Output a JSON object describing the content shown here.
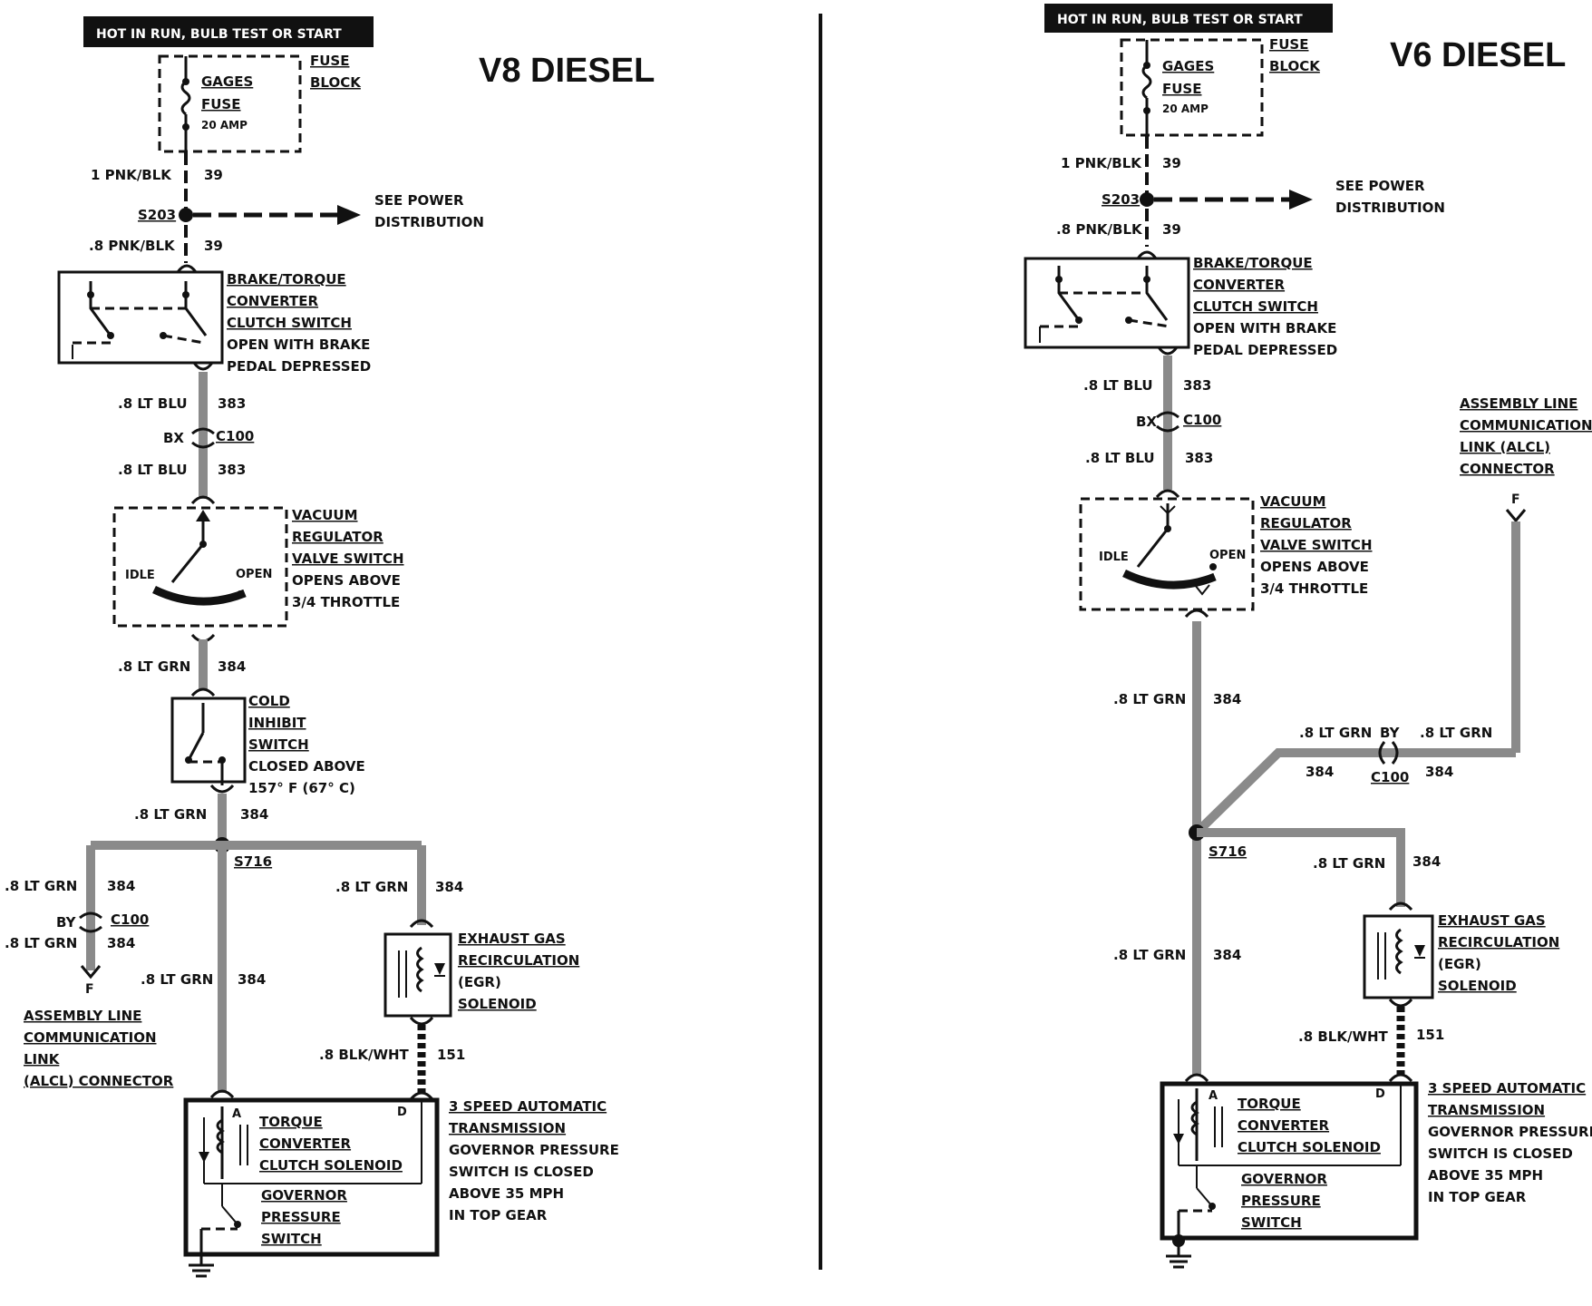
{
  "left": {
    "title": "V8 DIESEL",
    "hot_banner": "HOT IN RUN, BULB TEST OR START",
    "fuse": {
      "name1": "GAGES",
      "name2": "FUSE",
      "rating": "20 AMP",
      "block1": "FUSE",
      "block2": "BLOCK"
    },
    "w1": {
      "gauge": "1 PNK/BLK",
      "circuit": "39"
    },
    "splice_s203": "S203",
    "see1": "SEE POWER",
    "see2": "DISTRIBUTION",
    "w2": {
      "gauge": ".8 PNK/BLK",
      "circuit": "39"
    },
    "brake": {
      "l1": "BRAKE/TORQUE",
      "l2": "CONVERTER",
      "l3": "CLUTCH SWITCH",
      "l4": "OPEN WITH BRAKE",
      "l5": "PEDAL DEPRESSED"
    },
    "w3": {
      "gauge": ".8 LT BLU",
      "circuit": "383"
    },
    "conn1": {
      "pin": "BX",
      "name": "C100"
    },
    "w4": {
      "gauge": ".8 LT BLU",
      "circuit": "383"
    },
    "vac": {
      "l1": "VACUUM",
      "l2": "REGULATOR",
      "l3": "VALVE SWITCH",
      "l4": "OPENS ABOVE",
      "l5": "3/4 THROTTLE",
      "idle": "IDLE",
      "open": "OPEN"
    },
    "w5": {
      "gauge": ".8 LT GRN",
      "circuit": "384"
    },
    "cold": {
      "l1": "COLD",
      "l2": "INHIBIT",
      "l3": "SWITCH",
      "l4": "CLOSED ABOVE",
      "l5": "157° F (67° C)"
    },
    "w6": {
      "gauge": ".8 LT GRN",
      "circuit": "384"
    },
    "splice_s716": "S716",
    "w7": {
      "gauge": ".8 LT GRN",
      "circuit": "384"
    },
    "conn2": {
      "pin": "BY",
      "name": "C100"
    },
    "w8": {
      "gauge": ".8 LT GRN",
      "circuit": "384"
    },
    "pin_f": "F",
    "alcl": {
      "l1": "ASSEMBLY LINE",
      "l2": "COMMUNICATION",
      "l3": "LINK",
      "l4": "(ALCL) CONNECTOR"
    },
    "w9": {
      "gauge": ".8 LT GRN",
      "circuit": "384"
    },
    "w10": {
      "gauge": ".8 LT GRN",
      "circuit": "384"
    },
    "egr": {
      "l1": "EXHAUST GAS",
      "l2": "RECIRCULATION",
      "l3": "(EGR)",
      "l4": "SOLENOID"
    },
    "w11": {
      "gauge": ".8 BLK/WHT",
      "circuit": "151"
    },
    "trans": {
      "l1": "3 SPEED AUTOMATIC",
      "l2": "TRANSMISSION",
      "l3": "GOVERNOR PRESSURE",
      "l4": "SWITCH IS CLOSED",
      "l5": "ABOVE 35 MPH",
      "l6": "IN TOP GEAR"
    },
    "tcc": {
      "l1": "TORQUE",
      "l2": "CONVERTER",
      "l3": "CLUTCH SOLENOID",
      "pin_a": "A",
      "pin_d": "D"
    },
    "gov": {
      "l1": "GOVERNOR",
      "l2": "PRESSURE",
      "l3": "SWITCH"
    }
  },
  "right": {
    "title": "V6 DIESEL",
    "hot_banner": "HOT IN RUN, BULB TEST OR START",
    "fuse": {
      "name1": "GAGES",
      "name2": "FUSE",
      "rating": "20 AMP",
      "block1": "FUSE",
      "block2": "BLOCK"
    },
    "w1": {
      "gauge": "1 PNK/BLK",
      "circuit": "39"
    },
    "splice_s203": "S203",
    "see1": "SEE POWER",
    "see2": "DISTRIBUTION",
    "w2": {
      "gauge": ".8 PNK/BLK",
      "circuit": "39"
    },
    "brake": {
      "l1": "BRAKE/TORQUE",
      "l2": "CONVERTER",
      "l3": "CLUTCH SWITCH",
      "l4": "OPEN WITH BRAKE",
      "l5": "PEDAL DEPRESSED"
    },
    "w3": {
      "gauge": ".8 LT BLU",
      "circuit": "383"
    },
    "conn1": {
      "pin": "BX",
      "name": "C100"
    },
    "w4": {
      "gauge": ".8 LT BLU",
      "circuit": "383"
    },
    "alcl": {
      "l1": "ASSEMBLY LINE",
      "l2": "COMMUNICATION",
      "l3": "LINK (ALCL)",
      "l4": "CONNECTOR"
    },
    "pin_f": "F",
    "vac": {
      "l1": "VACUUM",
      "l2": "REGULATOR",
      "l3": "VALVE SWITCH",
      "l4": "OPENS ABOVE",
      "l5": "3/4 THROTTLE",
      "idle": "IDLE",
      "open": "OPEN"
    },
    "w5": {
      "gauge": ".8 LT GRN",
      "circuit": "384"
    },
    "w6": {
      "gauge": ".8 LT GRN",
      "pin": "BY",
      "circuit": "384"
    },
    "w7": {
      "gauge": ".8 LT GRN",
      "circuit": "384"
    },
    "conn2": {
      "name": "C100"
    },
    "splice_s716": "S716",
    "w8": {
      "gauge": ".8 LT GRN",
      "circuit": "384"
    },
    "w9": {
      "gauge": ".8 LT GRN",
      "circuit": "384"
    },
    "egr": {
      "l1": "EXHAUST GAS",
      "l2": "RECIRCULATION",
      "l3": "(EGR)",
      "l4": "SOLENOID"
    },
    "w10": {
      "gauge": ".8 BLK/WHT",
      "circuit": "151"
    },
    "trans": {
      "l1": "3 SPEED AUTOMATIC",
      "l2": "TRANSMISSION",
      "l3": "GOVERNOR PRESSURE",
      "l4": "SWITCH IS CLOSED",
      "l5": "ABOVE 35 MPH",
      "l6": "IN TOP GEAR"
    },
    "tcc": {
      "l1": "TORQUE",
      "l2": "CONVERTER",
      "l3": "CLUTCH SOLENOID",
      "pin_a": "A",
      "pin_d": "D"
    },
    "gov": {
      "l1": "GOVERNOR",
      "l2": "PRESSURE",
      "l3": "SWITCH"
    }
  }
}
